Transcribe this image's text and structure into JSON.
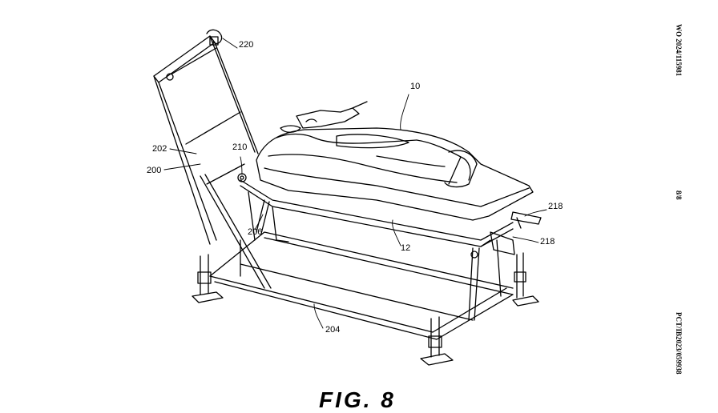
{
  "sheet": {
    "publication_number": "WO 2024/115981",
    "sheet_number": "8/8",
    "application_number": "PCT/IB2023/059938",
    "figure_label": "FIG. 8"
  },
  "reference_numerals": {
    "jet_ski": "10",
    "hull": "12",
    "stand": "200",
    "tilt_frame": "202",
    "base_frame": "204",
    "pivot_arm": "206",
    "pivot_joint": "210",
    "bracket_upper": "218",
    "bracket_lower": "218",
    "hook": "220"
  }
}
